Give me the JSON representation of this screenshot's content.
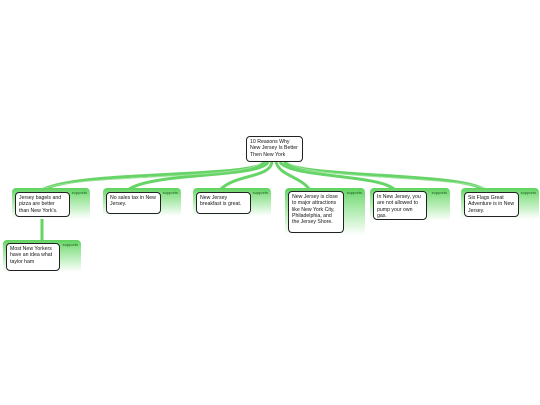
{
  "colors": {
    "link": "#66d466",
    "node_border": "#222222",
    "frame_top": "#5fd35f"
  },
  "root": {
    "text": "10 Reasons Why New Jersey Is Better Then New York"
  },
  "link_label": "supports",
  "reasons": [
    {
      "text": "Jersey bagels and pizza are better than New York's."
    },
    {
      "text": "No sales tax in New Jersey."
    },
    {
      "text": "New Jersey breakfast is great."
    },
    {
      "text": "New Jersey is close to major attractions like New York City, Philadelphia, and the Jersey Shore."
    },
    {
      "text": "In New Jersey, you are not allowed to pump your own gas."
    },
    {
      "text": "Six Flags Great Adventure is in New Jersey."
    }
  ],
  "sub_reasons": [
    {
      "text": "Most New Yorkers have an idea what taylor ham"
    }
  ]
}
